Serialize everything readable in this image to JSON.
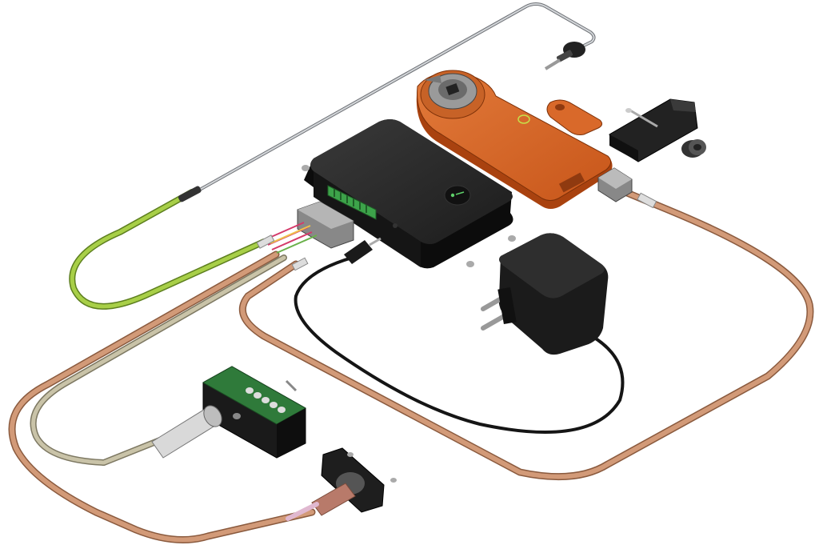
{
  "illustration": {
    "style": "exploded isometric component view",
    "components": [
      {
        "name": "controller-box",
        "color": "#1e1e1e"
      },
      {
        "name": "motor-drive-housing",
        "color": "#d2601e"
      },
      {
        "name": "mounting-bracket",
        "color": "#1e1e1e"
      },
      {
        "name": "power-adapter",
        "color": "#1e1e1e"
      },
      {
        "name": "terminal-block-module",
        "color": "#222222"
      },
      {
        "name": "panel-mount-connector",
        "color": "#222222"
      },
      {
        "name": "temperature-probe",
        "color": "#b9bcbf"
      }
    ],
    "cable_colors": {
      "copper": "#d29a78",
      "green": "#9dc53f",
      "grey": "#b9b39a",
      "black": "#151515"
    },
    "accent_colors": {
      "terminal_green": "#3da34a",
      "pcb_green": "#2f7a3a"
    }
  }
}
